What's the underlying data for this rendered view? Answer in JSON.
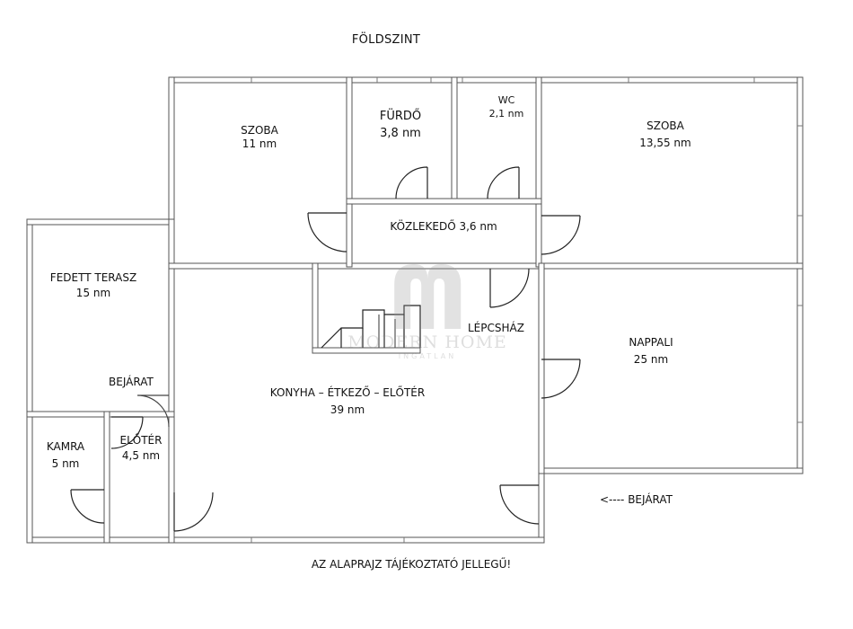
{
  "plan": {
    "title": "FÖLDSZINT",
    "note": "AZ ALAPRAJZ TÁJÉKOZTATÓ JELLEGŰ!",
    "entrance_note": "<----  BEJÁRAT",
    "rooms": {
      "szoba_left": {
        "name": "SZOBA",
        "area": "11 nm"
      },
      "furdo": {
        "name": "FÜRDŐ",
        "area": "3,8 nm"
      },
      "wc": {
        "name": "WC",
        "area": "2,1 nm"
      },
      "szoba_right": {
        "name": "SZOBA",
        "area": "13,55 nm"
      },
      "kozlekedo": {
        "name": "KÖZLEKEDŐ  3,6 nm"
      },
      "fedett_terasz": {
        "name": "FEDETT TERASZ",
        "area": "15 nm"
      },
      "bejarat": {
        "name": "BEJÁRAT"
      },
      "lepcsohaz": {
        "name": "LÉPCSHÁZ"
      },
      "nappali": {
        "name": "NAPPALI",
        "area": "25 nm"
      },
      "konyha": {
        "name": "KONYHA – ÉTKEZŐ – ELŐTÉR",
        "area": "39 nm"
      },
      "kamra": {
        "name": "KAMRA",
        "area": "5 nm"
      },
      "eloter": {
        "name": "ELŐTÉR",
        "area": "4,5 nm"
      }
    },
    "watermark": {
      "brand": "MODERN HOME",
      "sub": "INGATLAN"
    }
  }
}
